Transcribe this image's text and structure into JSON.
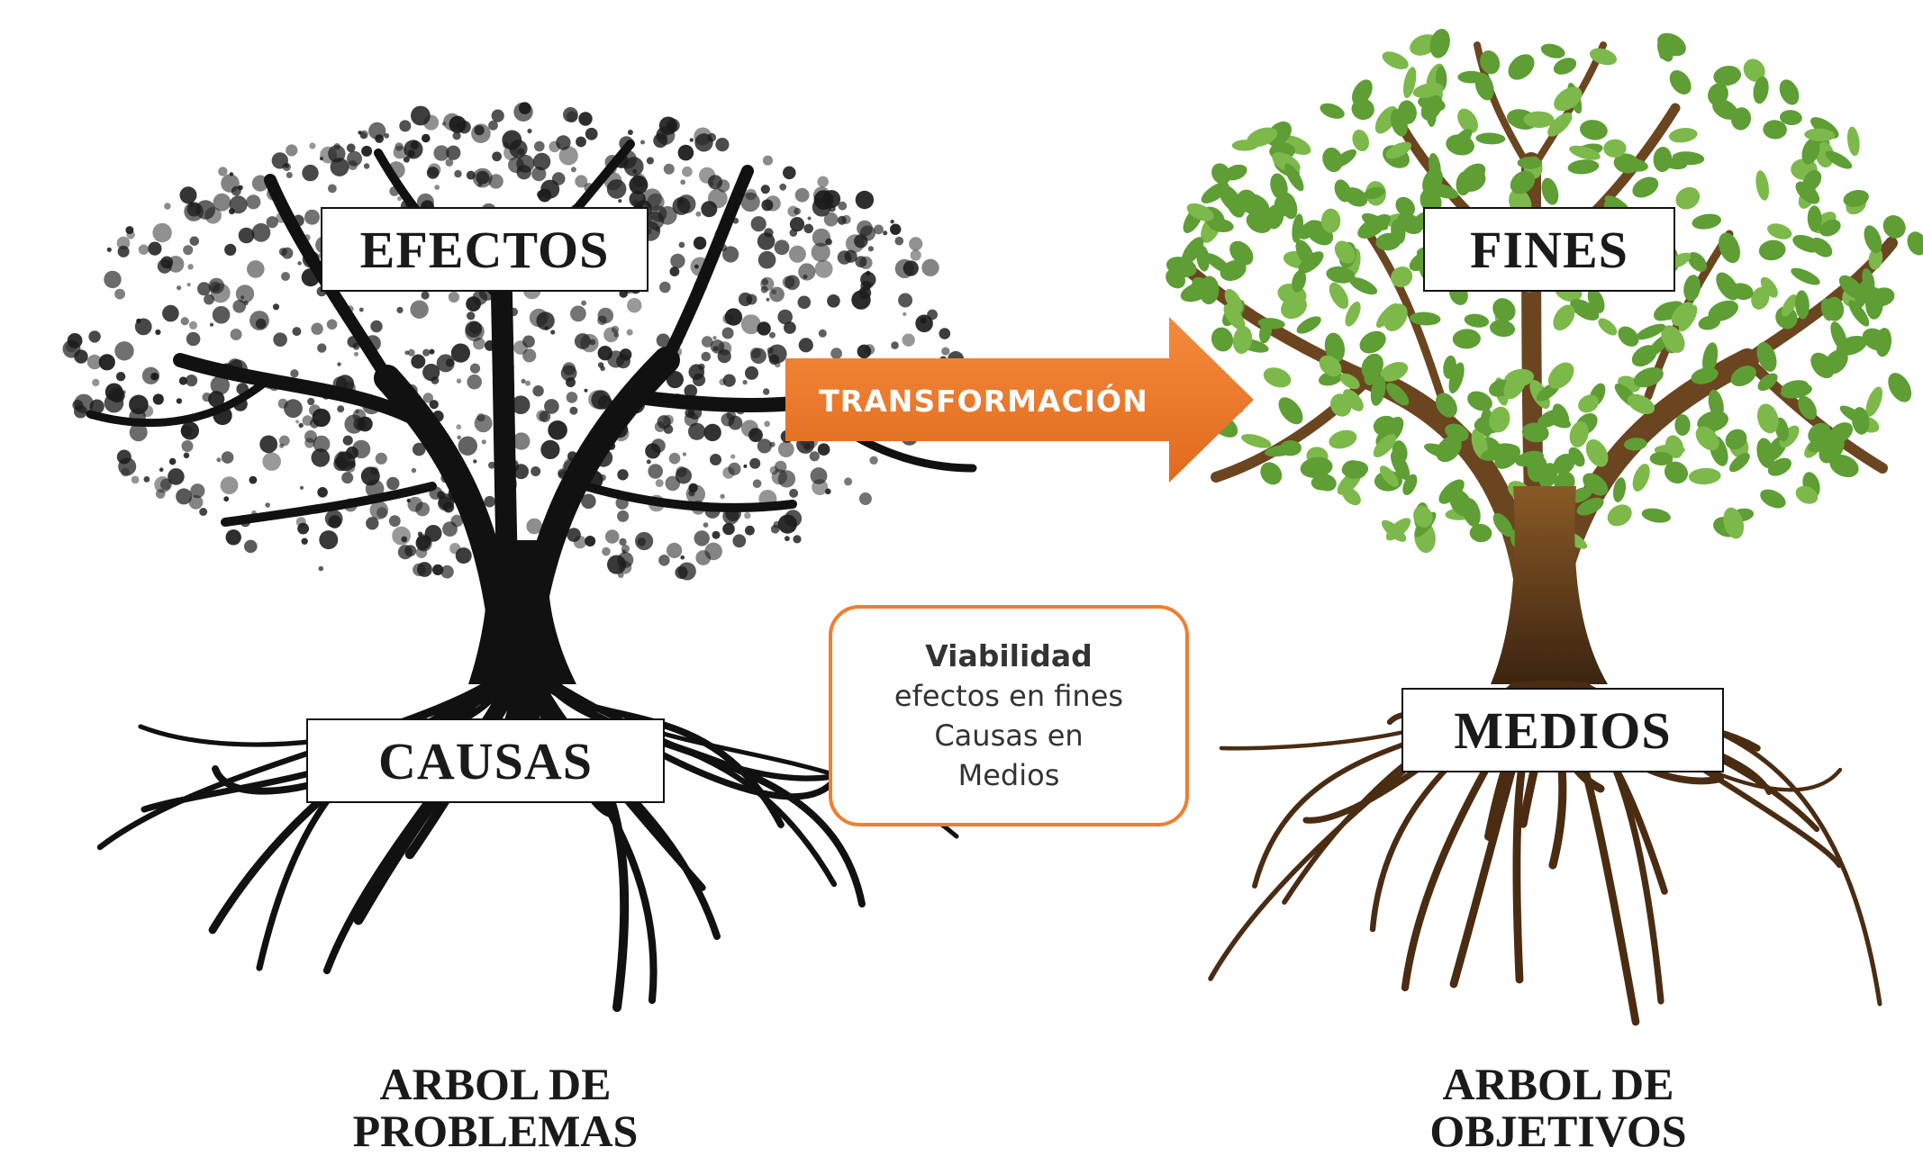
{
  "left_tree": {
    "top_label": "EFECTOS",
    "bottom_label": "CAUSAS",
    "caption_line1": "ARBOL DE",
    "caption_line2": "PROBLEMAS",
    "color": "#111111"
  },
  "right_tree": {
    "top_label": "FINES",
    "bottom_label": "MEDIOS",
    "caption_line1": "ARBOL DE",
    "caption_line2": "OBJETIVOS",
    "trunk_color": "#5a3a17",
    "leaf_color": "#5e9e35"
  },
  "arrow": {
    "label": "TRANSFORMACIÓN",
    "color": "#ef7e30"
  },
  "info_box": {
    "title": "Viabilidad",
    "line1": "efectos en fines",
    "line2": "Causas en",
    "line3": "Medios",
    "border_color": "#ef7e30"
  }
}
